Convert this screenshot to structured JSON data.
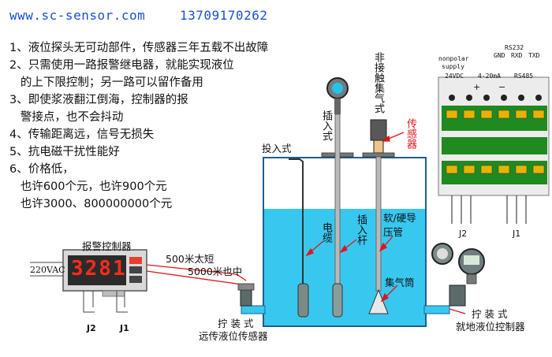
{
  "header": {
    "website": "www.sc-sensor.com",
    "phone": "13709170262"
  },
  "features": [
    "1、液位探头无可动部件，传感器三年五载不出故障",
    "2、只需使用一路报警继电器，就能实现液位",
    "   的上下限控制；另一路可以留作备用",
    "3、即使浆液翻江倒海，控制器的报",
    "   警接点，也不会抖动",
    "4、传输距离远，信号无损失",
    "5、抗电磁干扰性能好",
    "6、价格低，",
    "   也许600个元，也许900个元",
    "   也许3000、800000000个元"
  ],
  "labels": {
    "insert_type": "投入式",
    "plug_in_type": "插入式",
    "non_contact_gas": "非接触集气式",
    "sensor": "传感器",
    "cable": "电缆",
    "plug_rod": "插入杆",
    "pipe": "软/硬导压管",
    "gas_tube": "集气筒",
    "alarm_controller": "报警控制器",
    "voltage": "220VAC",
    "display_value": "3281",
    "distance_short": "500米太短",
    "distance_ok": "5000米也中",
    "screw_remote_1": "拧 装 式",
    "screw_remote_2": "远传液位传感器",
    "screw_local_1": "拧 装 式",
    "screw_local_2": "就地液位控制器",
    "j2": "J2",
    "j1": "J1",
    "terminal": {
      "nonpolar": "nonpolar",
      "supply": "supply",
      "vdc": "24VDC",
      "ma": "4-20mA",
      "rs232": "RS232",
      "gnd": "GND",
      "rxd": "RXD",
      "txd": "TXD",
      "rs485": "RS485",
      "plus": "+",
      "minus": "−",
      "j2": "J2",
      "j1": "J1"
    }
  },
  "colors": {
    "water": "#38c8ef",
    "tank_border": "#1c5f8f",
    "led": "#ff2a1a",
    "header": "#1a4fd0",
    "accent_red": "#e0141e",
    "terminal_green": "#1f8a1f",
    "terminal_yellow": "#e6b400"
  }
}
